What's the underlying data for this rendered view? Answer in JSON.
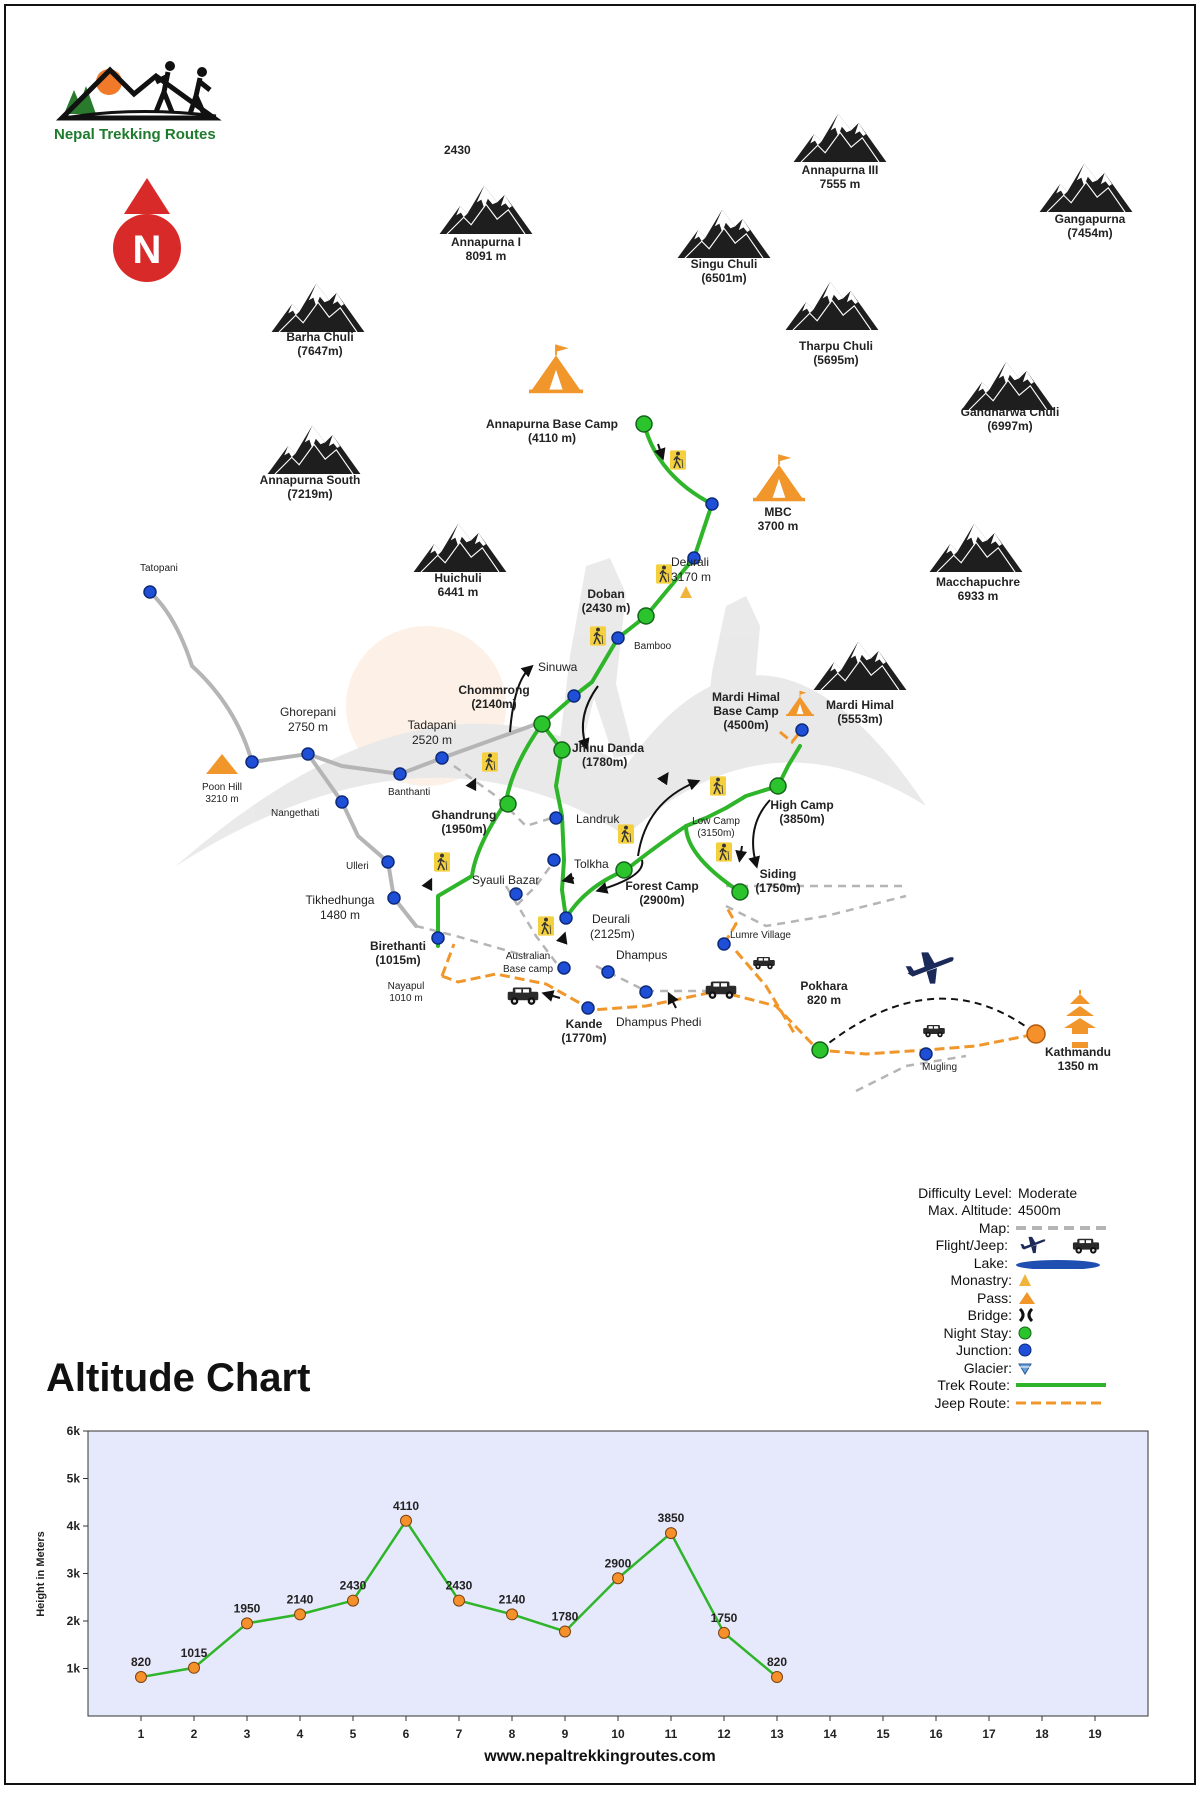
{
  "brand": {
    "name": "Nepal Trekking Routes",
    "compass": "N"
  },
  "stray_label": "2430",
  "peaks": [
    {
      "name": "Annapurna I",
      "alt": "8091 m"
    },
    {
      "name": "Annapurna III",
      "alt": "7555 m"
    },
    {
      "name": "Gangapurna",
      "alt": "(7454m)"
    },
    {
      "name": "Singu Chuli",
      "alt": "(6501m)"
    },
    {
      "name": "Barha Chuli",
      "alt": "(7647m)"
    },
    {
      "name": "Tharpu Chuli",
      "alt": "(5695m)"
    },
    {
      "name": "Gandharwa Chuli",
      "alt": "(6997m)"
    },
    {
      "name": "Annapurna South",
      "alt": "(7219m)"
    },
    {
      "name": "Huichuli",
      "alt": "6441 m"
    },
    {
      "name": "Macchapuchre",
      "alt": "6933 m"
    },
    {
      "name": "Mardi Himal",
      "alt": "(5553m)"
    }
  ],
  "camps": {
    "abc": {
      "name": "Annapurna Base Camp",
      "alt": "(4110 m)"
    },
    "mbc": {
      "name": "MBC",
      "alt": "3700 m"
    },
    "mhbc_line1": "Mardi Himal",
    "mhbc_line2": "Base Camp",
    "mhbc_alt": "(4500m)"
  },
  "places": {
    "tatopani": "Tatopani",
    "ghorepani": "Ghorepani",
    "ghorepani_alt": "2750 m",
    "poonhill": "Poon Hill",
    "poonhill_alt": "3210 m",
    "tadapani": "Tadapani",
    "tadapani_alt": "2520 m",
    "banthanti": "Banthanti",
    "nangethati": "Nangethati",
    "ulleri": "Ulleri",
    "tikhedhunga": "Tikhedhunga",
    "tikhedhunga_alt": "1480 m",
    "birethanti": "Birethanti",
    "birethanti_alt": "(1015m)",
    "nayapul": "Nayapul",
    "nayapul_alt": "1010 m",
    "ghandrung": "Ghandrung",
    "ghandrung_alt": "(1950m)",
    "chommrong": "Chommrong",
    "chommrong_alt": "(2140m)",
    "sinuwa": "Sinuwa",
    "jhinu": "Jhinu Danda",
    "jhinu_alt": "(1780m)",
    "doban": "Doban",
    "doban_alt": "(2430 m)",
    "bamboo": "Bamboo",
    "deurali_top": "Deurali",
    "deurali_top_alt": "3170 m",
    "landruk": "Landruk",
    "tolkha": "Tolkha",
    "syauli": "Syauli Bazar",
    "deurali_low": "Deurali",
    "deurali_low_alt": "(2125m)",
    "australian_line1": "Australian",
    "australian_line2": "Base camp",
    "dhampus": "Dhampus",
    "dhampus_phedi": "Dhampus Phedi",
    "kande": "Kande",
    "kande_alt": "(1770m)",
    "forest": "Forest Camp",
    "forest_alt": "(2900m)",
    "lowcamp": "Low Camp",
    "lowcamp_alt": "(3150m)",
    "highcamp": "High Camp",
    "highcamp_alt": "(3850m)",
    "siding": "Siding",
    "siding_alt": "(1750m)",
    "lumre": "Lumre Village",
    "pokhara": "Pokhara",
    "pokhara_alt": "820 m",
    "mugling": "Mugling",
    "kathmandu": "Kathmandu",
    "kathmandu_alt": "1350 m"
  },
  "legend": {
    "difficulty_label": "Difficulty Level:",
    "difficulty_value": "Moderate",
    "maxalt_label": "Max. Altitude:",
    "maxalt_value": "4500m",
    "map": "Map:",
    "flight": "Flight/Jeep:",
    "lake": "Lake:",
    "monastry": "Monastry:",
    "pass": "Pass:",
    "bridge": "Bridge:",
    "nightstay": "Night Stay:",
    "junction": "Junction:",
    "glacier": "Glacier:",
    "trek": "Trek Route:",
    "jeep": "Jeep Route:"
  },
  "colors": {
    "trek": "#2fb52a",
    "jeep": "#f0962a",
    "map": "#b5b5b5",
    "junction": "#1f4fd6",
    "nightstay": "#2cc42c",
    "chart_bg": "#e6e8fb",
    "marker": "#f5902a"
  },
  "chart_title": "Altitude Chart",
  "chart_data": {
    "type": "line",
    "title": "Altitude Chart",
    "xlabel": "",
    "ylabel": "Height in Meters",
    "x": [
      1,
      2,
      3,
      4,
      5,
      6,
      7,
      8,
      9,
      10,
      11,
      12,
      13
    ],
    "values": [
      820,
      1015,
      1950,
      2140,
      2430,
      4110,
      2430,
      2140,
      1780,
      2900,
      3850,
      1750,
      820
    ],
    "xticks": [
      "1",
      "2",
      "3",
      "4",
      "5",
      "6",
      "7",
      "8",
      "9",
      "10",
      "11",
      "12",
      "13",
      "14",
      "15",
      "16",
      "17",
      "18",
      "19"
    ],
    "yticks": [
      "1k",
      "2k",
      "3k",
      "4k",
      "5k",
      "6k"
    ],
    "xlim": [
      0,
      20
    ],
    "ylim": [
      0,
      6000
    ],
    "grid": false
  },
  "footer_url": "www.nepaltrekkingroutes.com"
}
